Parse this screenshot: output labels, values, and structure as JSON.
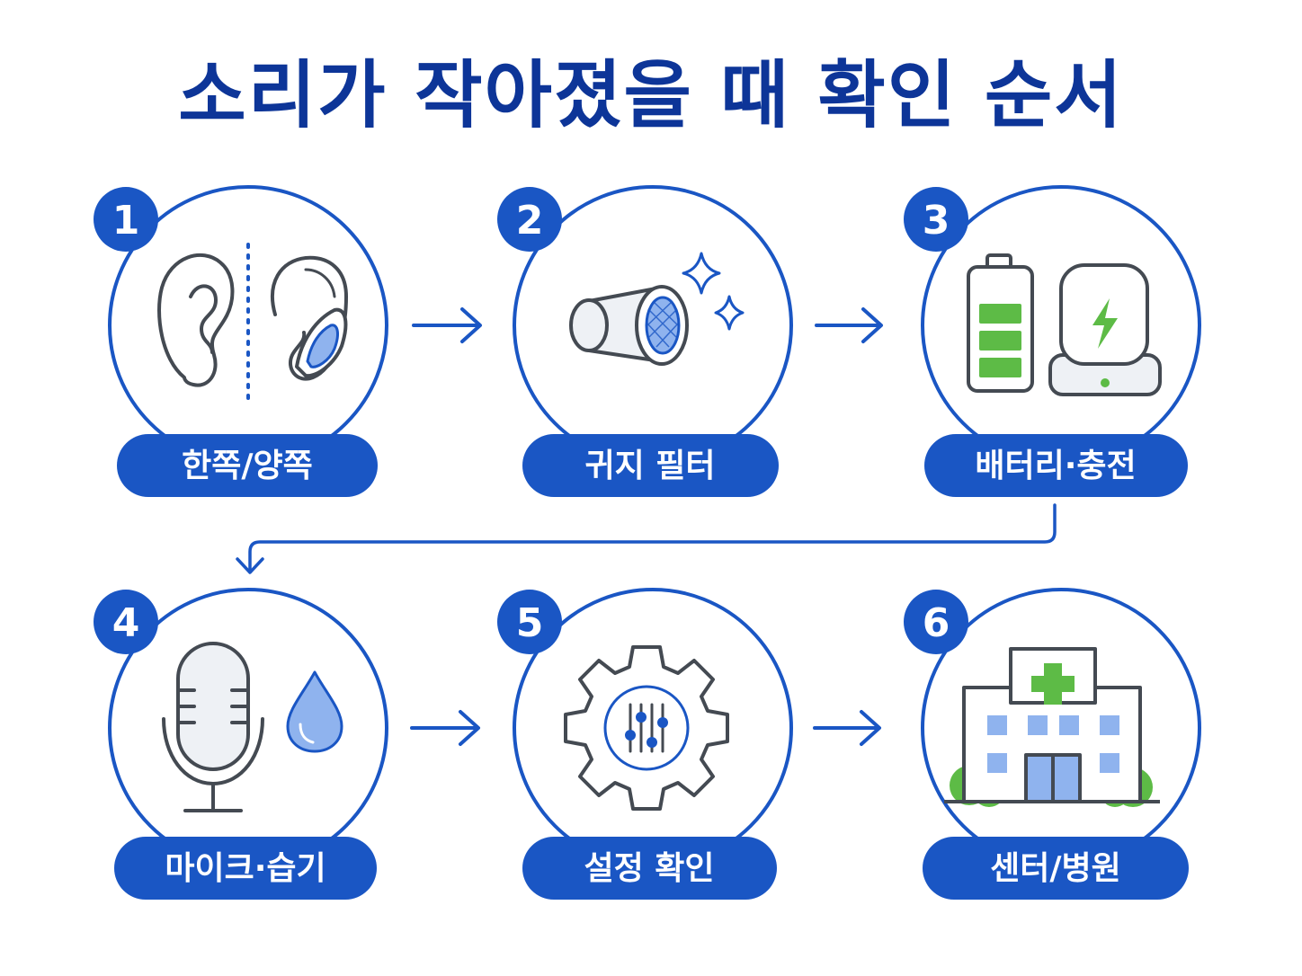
{
  "title": "소리가 작아졌을 때 확인 순서",
  "colors": {
    "primary": "#1a56c4",
    "title": "#0d3598",
    "accent_green": "#5dbb46",
    "icon_outline": "#444a52",
    "light_blue": "#8fb3ee"
  },
  "steps": [
    {
      "number": "1",
      "label": "한쪽/양쪽",
      "icon": "ears-icon"
    },
    {
      "number": "2",
      "label": "귀지 필터",
      "icon": "wax-filter-icon"
    },
    {
      "number": "3",
      "label": "배터리·충전",
      "icon": "battery-charger-icon"
    },
    {
      "number": "4",
      "label": "마이크·습기",
      "icon": "microphone-moisture-icon"
    },
    {
      "number": "5",
      "label": "설정 확인",
      "icon": "settings-gear-icon"
    },
    {
      "number": "6",
      "label": "센터/병원",
      "icon": "hospital-icon"
    }
  ]
}
